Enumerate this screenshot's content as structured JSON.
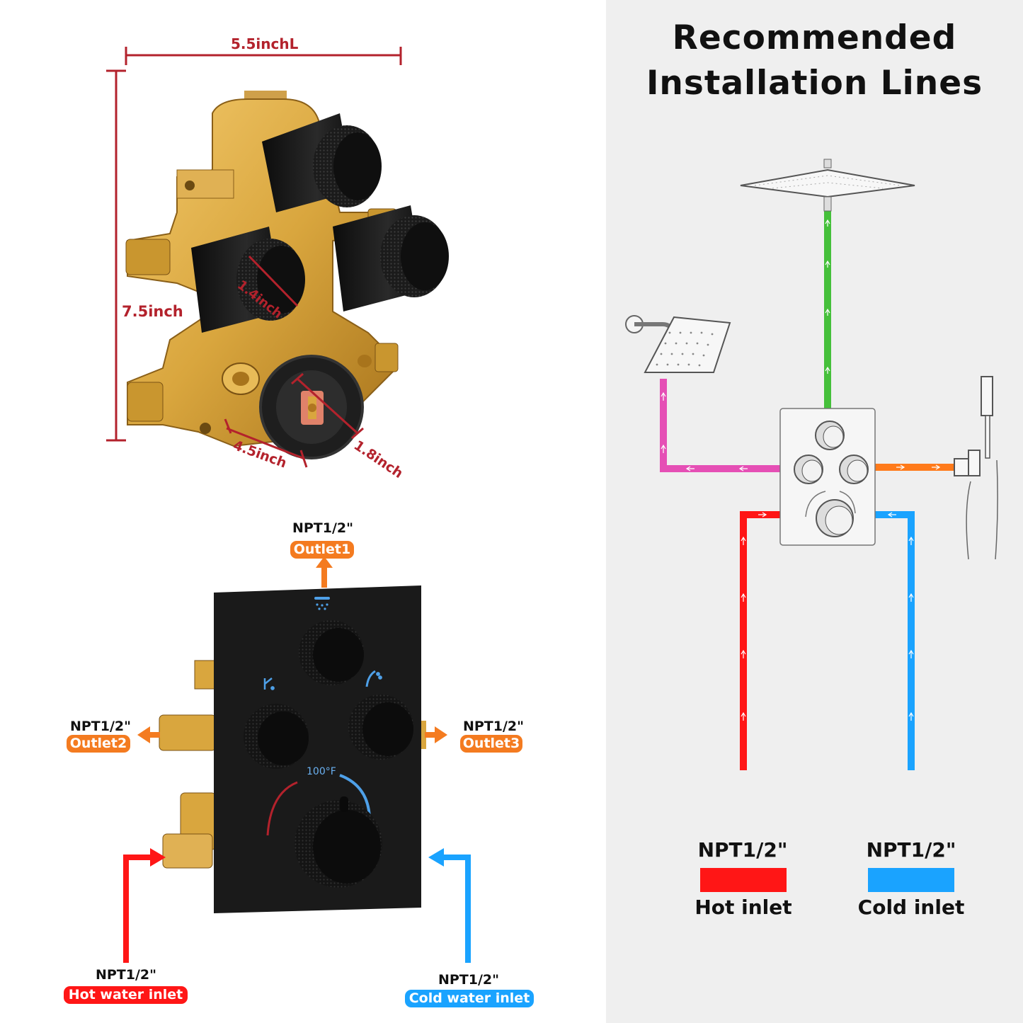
{
  "dimensions": {
    "width_label": "5.5inchL",
    "height_label": "7.5inch",
    "knob_label": "1.4inch",
    "depth_label": "4.5inch",
    "cartridge_label": "1.8inch"
  },
  "ports": {
    "outlet1": {
      "thread": "NPT1/2\"",
      "label": "Outlet1"
    },
    "outlet2": {
      "thread": "NPT1/2\"",
      "label": "Outlet2"
    },
    "outlet3": {
      "thread": "NPT1/2\"",
      "label": "Outlet3"
    },
    "hot": {
      "thread": "NPT1/2\"",
      "label": "Hot water inlet"
    },
    "cold": {
      "thread": "NPT1/2\"",
      "label": "Cold water inlet"
    }
  },
  "valve": {
    "temperature_label": "100°F"
  },
  "recommended": {
    "title_line1": "Recommended",
    "title_line2": "Installation Lines"
  },
  "legend": {
    "hot": {
      "thread": "NPT1/2\"",
      "label": "Hot inlet",
      "color": "#ff1616"
    },
    "cold": {
      "thread": "NPT1/2\"",
      "label": "Cold inlet",
      "color": "#1aa3ff"
    }
  },
  "colors": {
    "dimension": "#b3222c",
    "outlet_orange": "#f47b20",
    "hot_red": "#ff1616",
    "cold_blue": "#1aa3ff",
    "green_line": "#45c03a",
    "pink_line": "#e54fb5",
    "orange_line": "#ff7a1a",
    "brass": "#d9a63e",
    "matte_black": "#1c1c1c"
  }
}
